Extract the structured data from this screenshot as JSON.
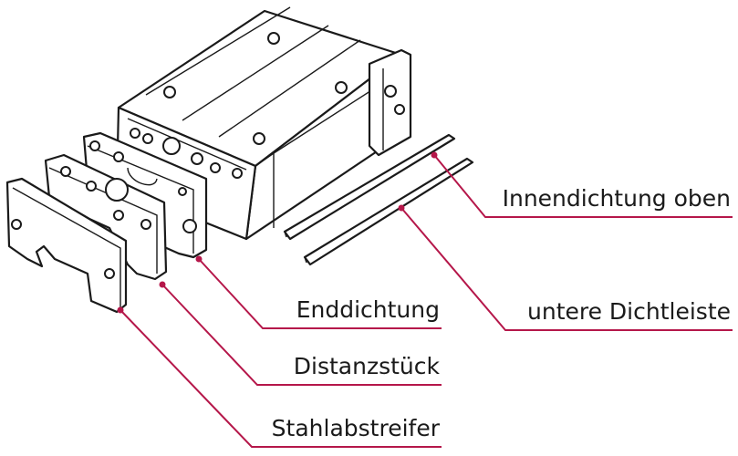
{
  "labels": {
    "inner_seal_top": "Innendichtung oben",
    "lower_seal_strip": "untere Dichtleiste",
    "end_seal": "Enddichtung",
    "spacer": "Distanzstück",
    "steel_scraper": "Stahlabstreifer"
  },
  "colors": {
    "leader": "#b5174a",
    "ink": "#1a1a1a",
    "background": "#ffffff"
  }
}
